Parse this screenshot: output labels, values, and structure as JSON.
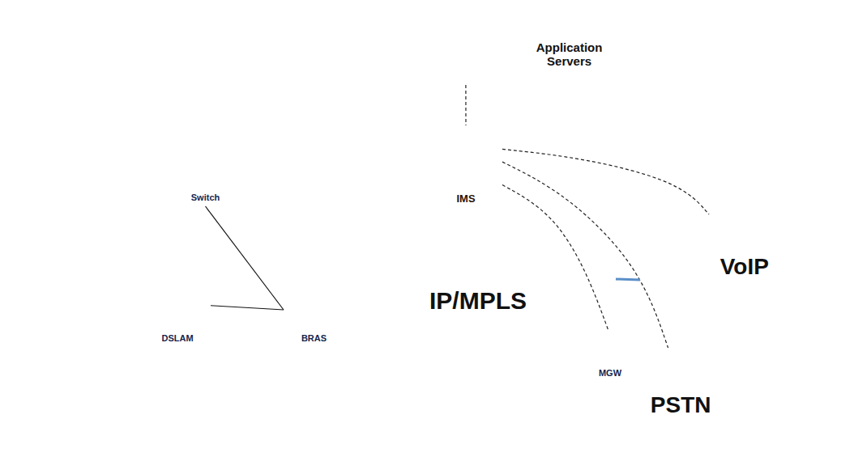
{
  "diagram": {
    "nodes": [
      {
        "text": [
          "Application Servers"
        ]
      },
      {
        "text": [
          "IMS"
        ]
      },
      {
        "text": [
          "Switch"
        ]
      },
      {
        "text": [
          "IP/MPLS"
        ]
      },
      {
        "text": [
          "VoIP"
        ]
      },
      {
        "text": [
          "DSLAM"
        ]
      },
      {
        "text": [
          "BRAS"
        ]
      },
      {
        "text": [
          "MGW"
        ]
      },
      {
        "text": [
          "PSTN"
        ]
      }
    ],
    "edges": [
      {
        "from": 0,
        "to": 1,
        "arrow": "none"
      },
      {
        "from": 1,
        "to": 4,
        "arrow": "none"
      },
      {
        "from": 1,
        "to": 8,
        "arrow": "none"
      },
      {
        "from": 1,
        "to": 7,
        "arrow": "none"
      },
      {
        "from": 2,
        "to": 6,
        "arrow": "none"
      },
      {
        "from": 5,
        "to": 6,
        "arrow": "none"
      },
      {
        "from": 3,
        "to": 4,
        "arrow": "none"
      }
    ]
  }
}
